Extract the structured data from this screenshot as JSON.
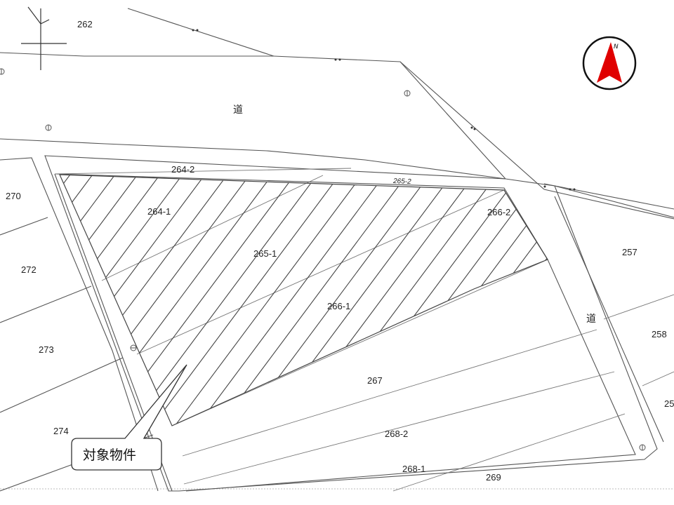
{
  "map": {
    "parcels": [
      "262",
      "270",
      "272",
      "273",
      "274",
      "264-2",
      "264-1",
      "265-1",
      "266-2",
      "266-1",
      "267",
      "268-2",
      "268-1",
      "269",
      "257",
      "258",
      "25"
    ],
    "small_parcels": [
      "265-2"
    ],
    "roads": [
      "道",
      "道"
    ],
    "callout": "対象物件",
    "north_arrow": "N"
  }
}
